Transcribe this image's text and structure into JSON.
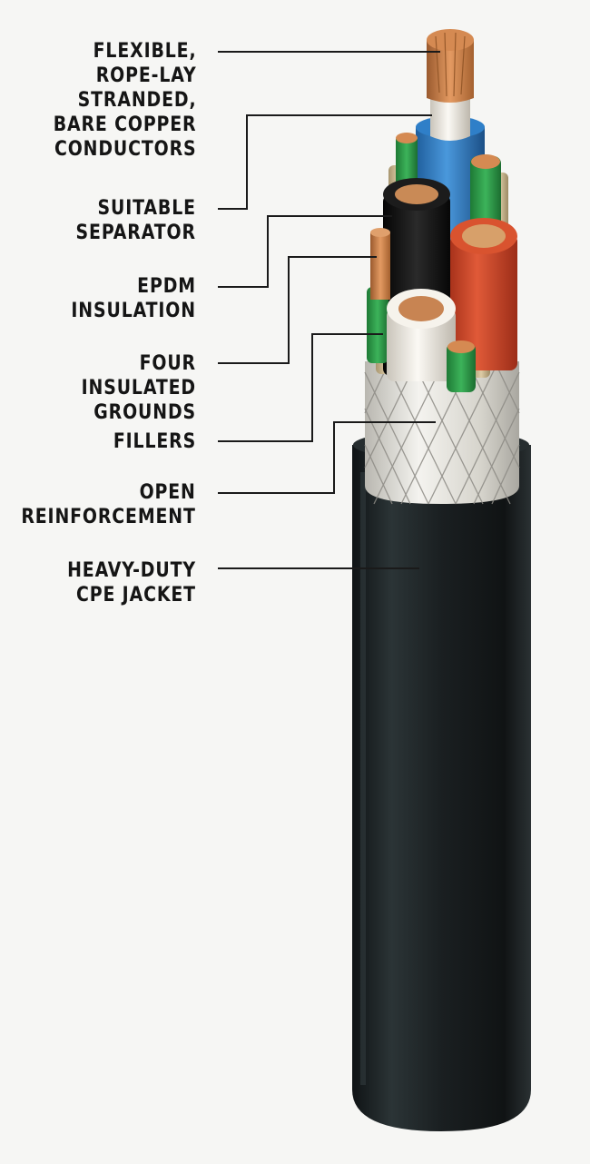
{
  "diagram": {
    "labels": {
      "conductors": "FLEXIBLE,\nROPE-LAY\nSTRANDED,\nBARE COPPER\nCONDUCTORS",
      "separator": "SUITABLE\nSEPARATOR",
      "insulation": "EPDM\nINSULATION",
      "grounds": "FOUR INSULATED\nGROUNDS",
      "fillers": "FILLERS",
      "reinforcement": "OPEN\nREINFORCEMENT",
      "jacket": "HEAVY-DUTY\nCPE JACKET"
    },
    "colors": {
      "background": "#f6f6f4",
      "jacket": "#1e2426",
      "copper": "#c97a4a",
      "blue_insulation": "#2f7fc8",
      "red_insulation": "#d24a2e",
      "black_insulation": "#141414",
      "white_insulation": "#efeae2",
      "green_ground": "#2e9a48",
      "filler": "#cdbb96",
      "reinforcement": "#e4e2dc",
      "leader_line": "#1a1a1a"
    }
  }
}
